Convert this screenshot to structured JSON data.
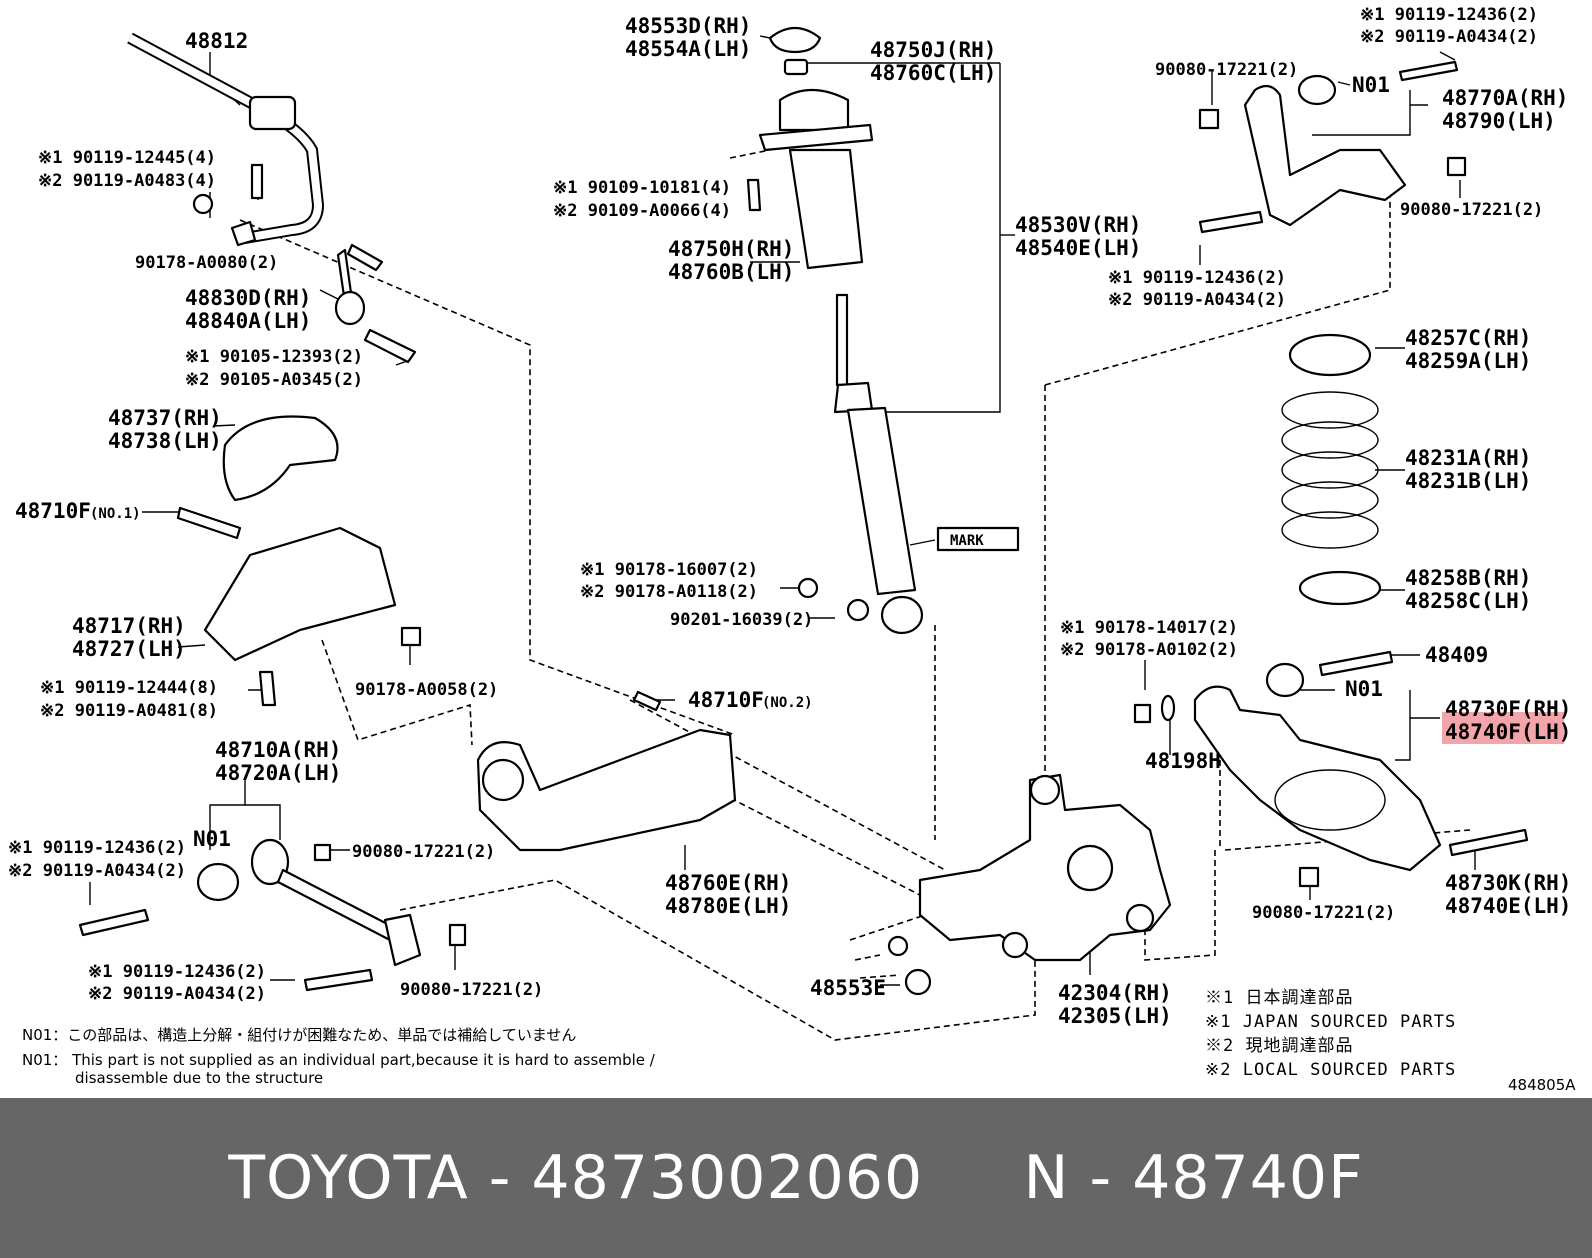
{
  "footer": {
    "text": "TOYOTA - 4873002060     N - 48740F"
  },
  "diagram_code": "484805A",
  "highlight_part": "48740F(LH)",
  "colors": {
    "highlight": "#f4a5a9",
    "footer_bg": "#666666",
    "footer_text": "#ffffff"
  },
  "labels": {
    "l48812": "48812",
    "l48553d": "48553D(RH)",
    "l48554a": "48554A(LH)",
    "l48750j": "48750J(RH)",
    "l48760c": "48760C(LH)",
    "r90119_12436_top": "※1 90119-12436(2)",
    "r90119_a0434_top": "※2 90119-A0434(2)",
    "l90080_top": "90080-17221(2)",
    "n01_top": "N01",
    "l48770a": "48770A(RH)",
    "l48790": "48790(LH)",
    "l90080_right": "90080-17221(2)",
    "s90119_12445": "※1 90119-12445(4)",
    "s90119_a0483": "※2 90119-A0483(4)",
    "s90109_10181": "※1 90109-10181(4)",
    "s90109_a0066": "※2 90109-A0066(4)",
    "l48530v": "48530V(RH)",
    "l48540e": "48540E(LH)",
    "l48750h": "48750H(RH)",
    "l48760b": "48760B(LH)",
    "l90178_a0080": "90178-A0080(2)",
    "m90119_12436": "※1 90119-12436(2)",
    "m90119_a0434": "※2 90119-A0434(2)",
    "l48830d": "48830D(RH)",
    "l48840a": "48840A(LH)",
    "s90105_12393": "※1 90105-12393(2)",
    "s90105_a0345": "※2 90105-A0345(2)",
    "l48257c": "48257C(RH)",
    "l48259a": "48259A(LH)",
    "l48737": "48737(RH)",
    "l48738": "48738(LH)",
    "l48231a": "48231A(RH)",
    "l48231b": "48231B(LH)",
    "l48710f_no1": "48710F",
    "no1": "(NO.1)",
    "mark": "MARK",
    "s90178_16007": "※1 90178-16007(2)",
    "s90178_a0118": "※2 90178-A0118(2)",
    "l90201": "90201-16039(2)",
    "l48258b": "48258B(RH)",
    "l48258c": "48258C(LH)",
    "l48717": "48717(RH)",
    "l48727": "48727(LH)",
    "s90178_14017": "※1 90178-14017(2)",
    "s90178_a0102": "※2 90178-A0102(2)",
    "l48409": "48409",
    "n01_right": "N01",
    "l48730f": "48730F(RH)",
    "l48740f": "48740F(LH)",
    "s90119_12444": "※1 90119-12444(8)",
    "s90119_a0481": "※2 90119-A0481(8)",
    "l90178_a0058": "90178-A0058(2)",
    "l48710f_no2": "48710F",
    "no2": "(NO.2)",
    "l48198h": "48198H",
    "l48710a": "48710A(RH)",
    "l48720a": "48720A(LH)",
    "n01_left": "N01",
    "l_90119_12436_left": "※1 90119-12436(2)",
    "l_90119_a0434_left": "※2 90119-A0434(2)",
    "l90080_mid": "90080-17221(2)",
    "l48760e": "48760E(RH)",
    "l48780e": "48780E(LH)",
    "l48730k": "48730K(RH)",
    "l48740e": "48740E(LH)",
    "l90080_bottom_right": "90080-17221(2)",
    "b90119_12436": "※1 90119-12436(2)",
    "b90119_a0434": "※2 90119-A0434(2)",
    "l90080_bottom": "90080-17221(2)",
    "l48553e": "48553E",
    "l42304": "42304(RH)",
    "l42305": "42305(LH)"
  },
  "legend": {
    "jp1": "※1 日本調達部品",
    "en1": "※1 JAPAN SOURCED PARTS",
    "jp2": "※2 現地調達部品",
    "en2": "※2 LOCAL SOURCED PARTS"
  },
  "notes": {
    "jp": "N01：この部品は、構造上分解・組付けが困難なため、単品では補給していません",
    "en1": "N01： This part is not supplied as an individual part,because it is hard to assemble /",
    "en2": "disassemble due to the structure"
  }
}
